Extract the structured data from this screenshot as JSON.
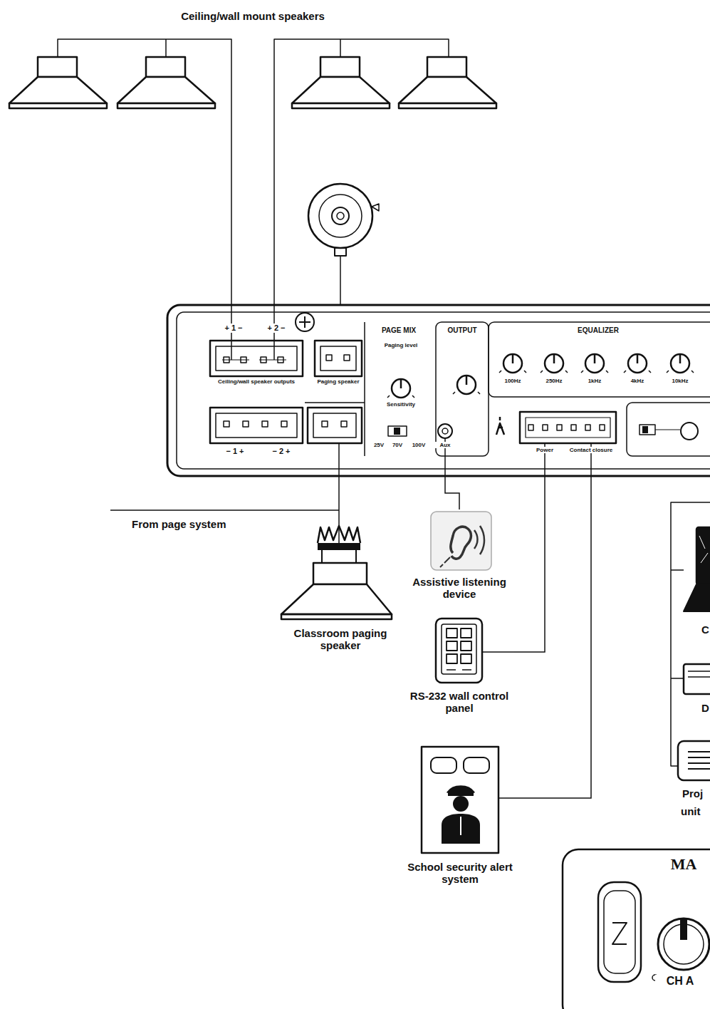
{
  "diagram": {
    "nodes": [
      {
        "text": [
          "Ceiling/wall mount speakers"
        ]
      },
      {
        "text": [
          "+ 1 −",
          "+ 2 −",
          "Ceiling/wall speaker outputs",
          "Paging speaker",
          "− 1 +",
          "− 2 +",
          "PAGE MIX",
          "Paging level",
          "Sensitivity",
          "25V",
          "70V",
          "100V",
          "OUTPUT",
          "Aux",
          "EQUALIZER",
          "100Hz",
          "250Hz",
          "1kHz",
          "4kHz",
          "10kHz",
          "Power",
          "Contact closure"
        ]
      },
      {
        "text": [
          "Classroom paging speaker"
        ]
      },
      {
        "text": [
          "Assistive listening device"
        ]
      },
      {
        "text": [
          "RS-232 wall control panel"
        ]
      },
      {
        "text": [
          "School security alert system"
        ]
      },
      {
        "text": [
          "MA",
          "CH A"
        ]
      }
    ],
    "edges": [
      {
        "from": 0,
        "to": 1,
        "arrow": "none"
      },
      {
        "from": 0,
        "to": 1,
        "arrow": "none"
      },
      {
        "from": 1,
        "to": 2,
        "arrow": "none"
      },
      {
        "from": 1,
        "to": 3,
        "arrow": "none"
      },
      {
        "from": 1,
        "to": 4,
        "arrow": "none"
      },
      {
        "from": 1,
        "to": 5,
        "arrow": "none"
      }
    ],
    "labels": [
      "From page system",
      "C",
      "D",
      "Proj",
      "unit"
    ]
  }
}
